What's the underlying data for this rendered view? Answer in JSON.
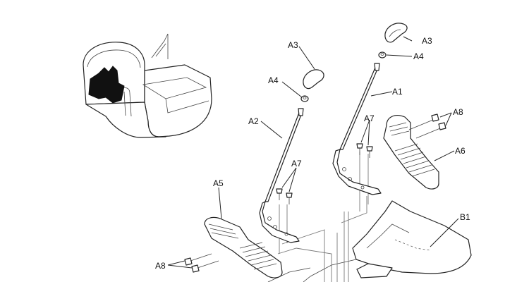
{
  "labels": {
    "a3_left": "A3",
    "a3_right": "A3",
    "a4_left": "A4",
    "a4_right": "A4",
    "a1": "A1",
    "a2": "A2",
    "a5": "A5",
    "a6": "A6",
    "a7_left": "A7",
    "a7_right": "A7",
    "a8_left": "A8",
    "a8_right": "A8",
    "b1": "B1"
  }
}
